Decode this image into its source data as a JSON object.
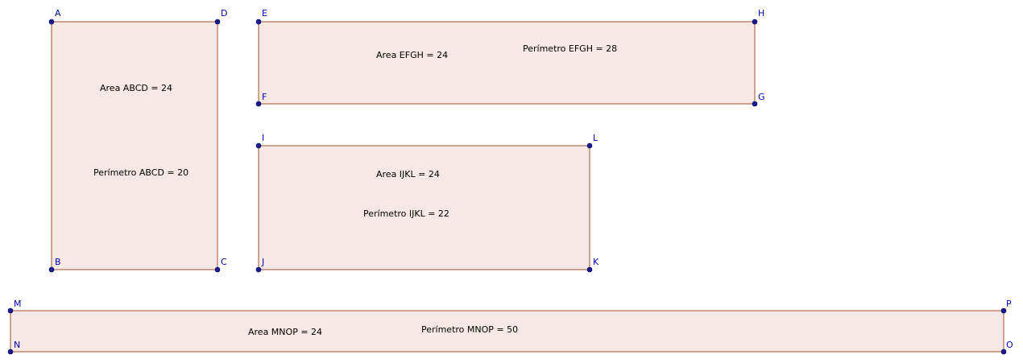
{
  "colors": {
    "fill": "#f6e8e4",
    "stroke": "#a0522d",
    "point": "#1a1a8c",
    "vertex_label": "#0000b0",
    "measure_text": "#000000"
  },
  "rectangles": [
    {
      "id": "abcd",
      "vertices": {
        "tl": "A",
        "tr": "D",
        "bl": "B",
        "br": "C"
      },
      "area_text": "Area ABCD = 24",
      "perimeter_text": "Perímetro ABCD = 20"
    },
    {
      "id": "efgh",
      "vertices": {
        "tl": "E",
        "tr": "H",
        "bl": "F",
        "br": "G"
      },
      "area_text": "Area EFGH = 24",
      "perimeter_text": "Perímetro EFGH = 28"
    },
    {
      "id": "ijkl",
      "vertices": {
        "tl": "I",
        "tr": "L",
        "bl": "J",
        "br": "K"
      },
      "area_text": "Area IJKL = 24",
      "perimeter_text": "Perímetro IJKL = 22"
    },
    {
      "id": "mnop",
      "vertices": {
        "tl": "M",
        "tr": "P",
        "bl": "N",
        "br": "O"
      },
      "area_text": "Area MNOP = 24",
      "perimeter_text": "Perímetro MNOP = 50"
    }
  ]
}
